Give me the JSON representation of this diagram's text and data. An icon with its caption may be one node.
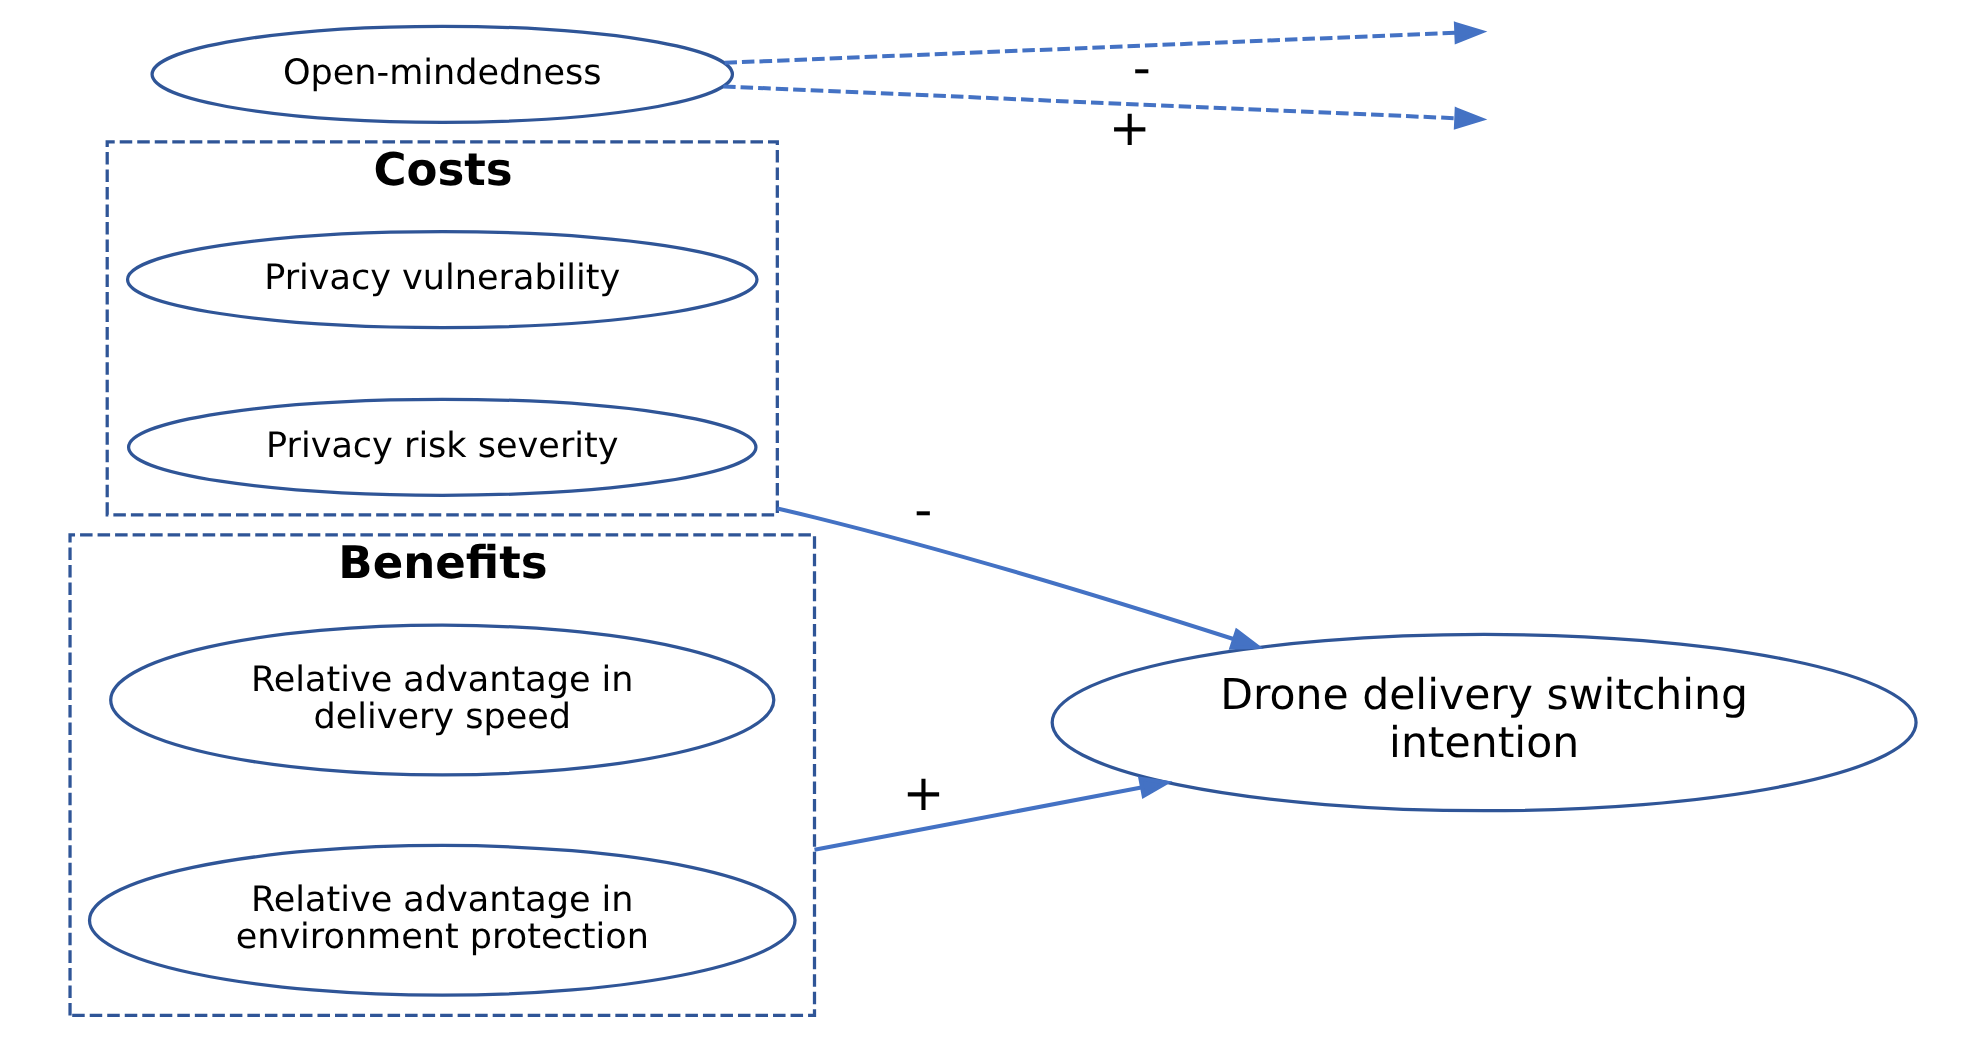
{
  "diagram": {
    "nodes": [
      {
        "text": [
          "Costs"
        ]
      },
      {
        "text": [
          "Privacy vulnerability"
        ],
        "in": 0
      },
      {
        "text": [
          "Privacy risk severity"
        ],
        "in": 0
      },
      {
        "text": [
          "Benefits"
        ]
      },
      {
        "text": [
          "Relative advantage in delivery speed"
        ],
        "in": 3
      },
      {
        "text": [
          "Relative advantage in environment protection"
        ],
        "in": 3
      },
      {
        "text": [
          "Drone delivery switching intention"
        ]
      },
      {
        "text": [
          "Open-mindedness"
        ]
      }
    ],
    "edges": [
      {
        "from": 0,
        "to": 6,
        "arrow": "to",
        "label": "-"
      },
      {
        "from": 3,
        "to": 6,
        "arrow": "to",
        "label": "+"
      },
      {
        "from": 7,
        "to": null,
        "arrow": "to",
        "style": "dashed",
        "label": "-"
      },
      {
        "from": 7,
        "to": null,
        "arrow": "to",
        "style": "dashed",
        "label": "+"
      }
    ]
  }
}
